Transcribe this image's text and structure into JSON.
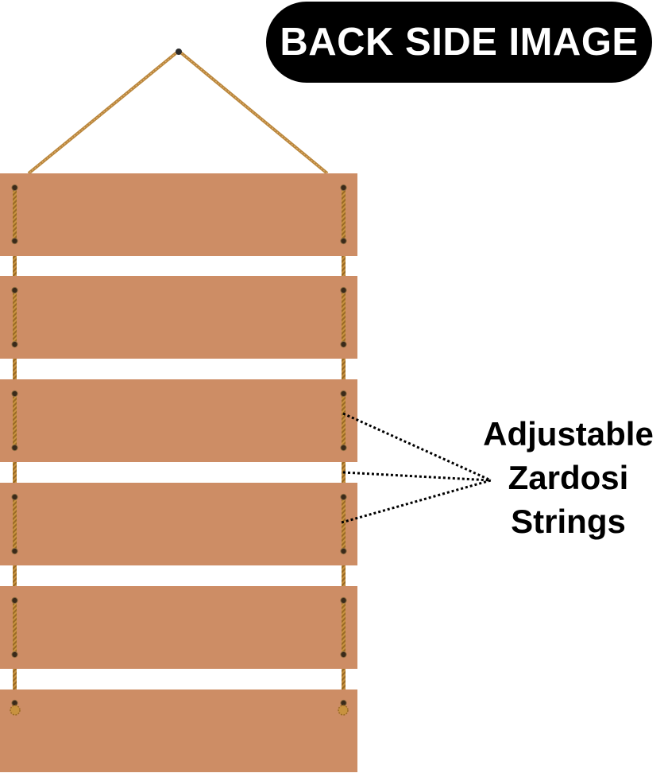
{
  "header": {
    "badge_label": "BACK SIDE IMAGE"
  },
  "callout": {
    "line1": "Adjustable",
    "line2": "Zardosi",
    "line3": "Strings"
  },
  "product": {
    "plank_count": 6,
    "plank_color": "#CD8D65",
    "rope_color": "#C8923F",
    "hole_color": "#3A2A1A"
  }
}
